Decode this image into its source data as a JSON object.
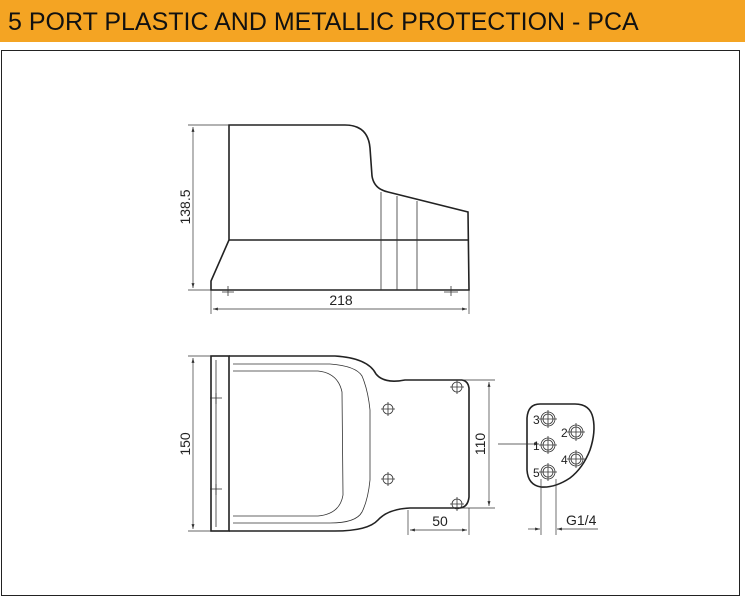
{
  "title": "5 PORT PLASTIC AND METALLIC PROTECTION - PCA",
  "colors": {
    "title_bar": "#f4a423",
    "line": "#222222",
    "background": "#ffffff"
  },
  "dimensions": {
    "side_height": "138.5",
    "side_length": "218",
    "top_width": "150",
    "mount_spacing": "110",
    "mount_offset": "50",
    "thread": "G1/4"
  },
  "ports": [
    "3",
    "2",
    "1",
    "4",
    "5"
  ]
}
